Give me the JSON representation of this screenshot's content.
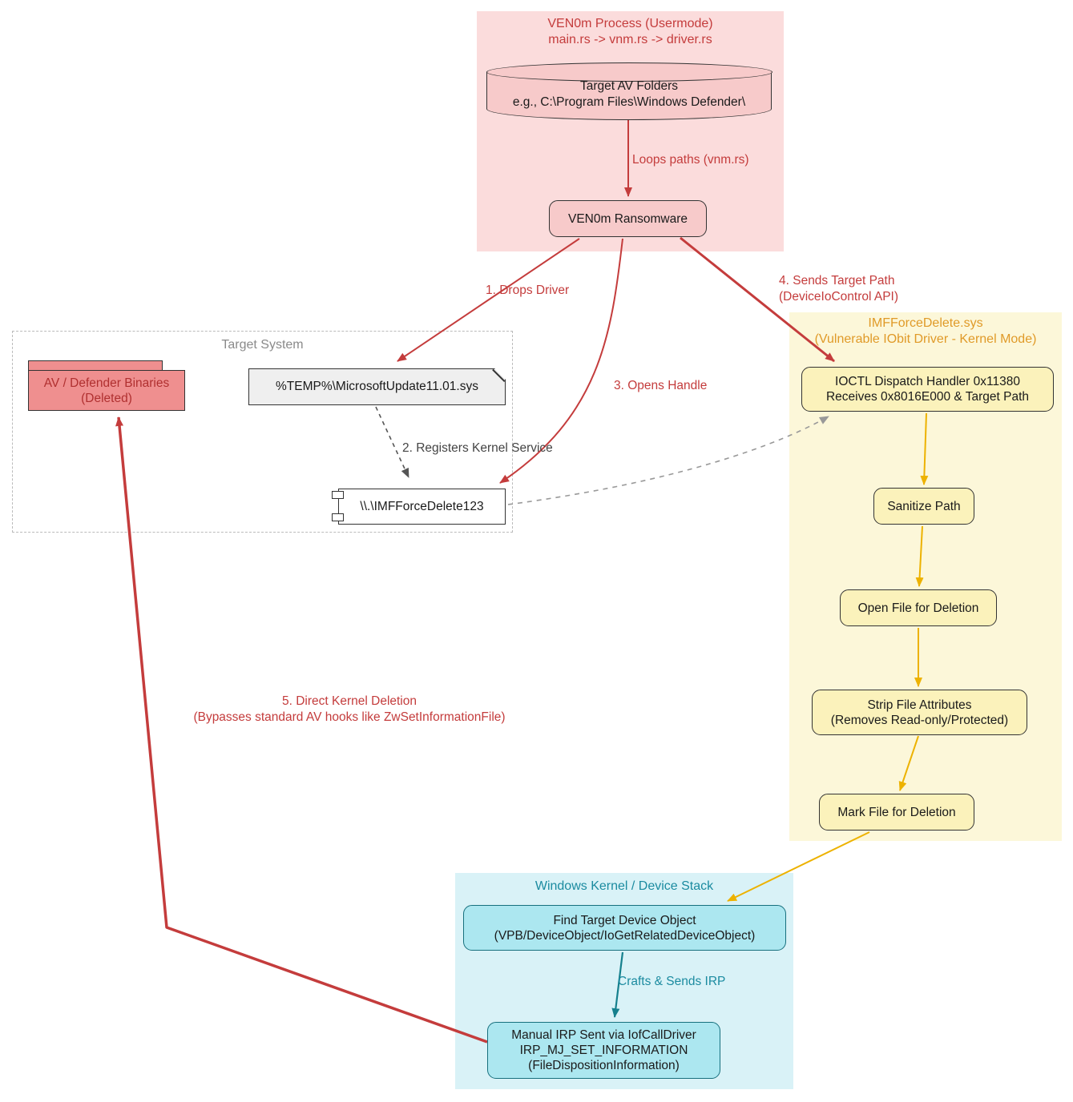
{
  "containers": {
    "usermode": {
      "title": "VEN0m Process (Usermode)",
      "subtitle": "main.rs -> vnm.rs -> driver.rs"
    },
    "target_system": {
      "title": "Target System"
    },
    "kernel_driver": {
      "title": "IMFForceDelete.sys",
      "subtitle": "(Vulnerable IObit Driver - Kernel Mode)"
    },
    "windows_kernel": {
      "title": "Windows Kernel / Device Stack"
    }
  },
  "nodes": {
    "target_av_folders": {
      "line1": "Target AV Folders",
      "line2": "e.g., C:\\Program Files\\Windows Defender\\"
    },
    "ransomware": {
      "label": "VEN0m Ransomware"
    },
    "av_binaries": {
      "line1": "AV / Defender Binaries",
      "line2": "(Deleted)"
    },
    "dropped_driver": {
      "label": "%TEMP%\\MicrosoftUpdate11.01.sys"
    },
    "device_handle": {
      "label": "\\\\.\\IMFForceDelete123"
    },
    "ioctl_handler": {
      "line1": "IOCTL Dispatch Handler 0x11380",
      "line2": "Receives 0x8016E000 & Target Path"
    },
    "sanitize_path": {
      "label": "Sanitize Path"
    },
    "open_file": {
      "label": "Open File for Deletion"
    },
    "strip_attributes": {
      "line1": "Strip File Attributes",
      "line2": "(Removes Read-only/Protected)"
    },
    "mark_deletion": {
      "label": "Mark File for Deletion"
    },
    "find_device": {
      "line1": "Find Target Device Object",
      "line2": "(VPB/DeviceObject/IoGetRelatedDeviceObject)"
    },
    "manual_irp": {
      "line1": "Manual IRP Sent via IofCallDriver",
      "line2": "IRP_MJ_SET_INFORMATION",
      "line3": "(FileDispositionInformation)"
    }
  },
  "edges": {
    "loops_paths": {
      "label": "Loops paths (vnm.rs)"
    },
    "drops_driver": {
      "label": "1. Drops Driver"
    },
    "registers_service": {
      "label": "2. Registers Kernel Service"
    },
    "opens_handle": {
      "label": "3. Opens Handle"
    },
    "sends_path": {
      "line1": "4. Sends Target Path",
      "line2": "(DeviceIoControl API)"
    },
    "direct_deletion": {
      "line1": "5. Direct Kernel Deletion",
      "line2": "(Bypasses standard AV hooks like ZwSetInformationFile)"
    },
    "crafts_irp": {
      "label": "Crafts & Sends IRP"
    }
  },
  "colors": {
    "red_accent": "#c43c3c",
    "pink_container": "#fbdcdc",
    "pink_node": "#f7caca",
    "salmon_node": "#ef8f8f",
    "salmon_text": "#b03030",
    "yellow_container": "#fcf7d9",
    "yellow_node": "#fbf2bb",
    "gold_arrow": "#edb200",
    "orange_title": "#e09a28",
    "cyan_container": "#d9f2f7",
    "cyan_node": "#ace7f0",
    "teal_accent": "#1b8ba0",
    "teal_arrow": "#15808d",
    "gray_dashed": "#999999",
    "dark_dashed": "#555555"
  }
}
